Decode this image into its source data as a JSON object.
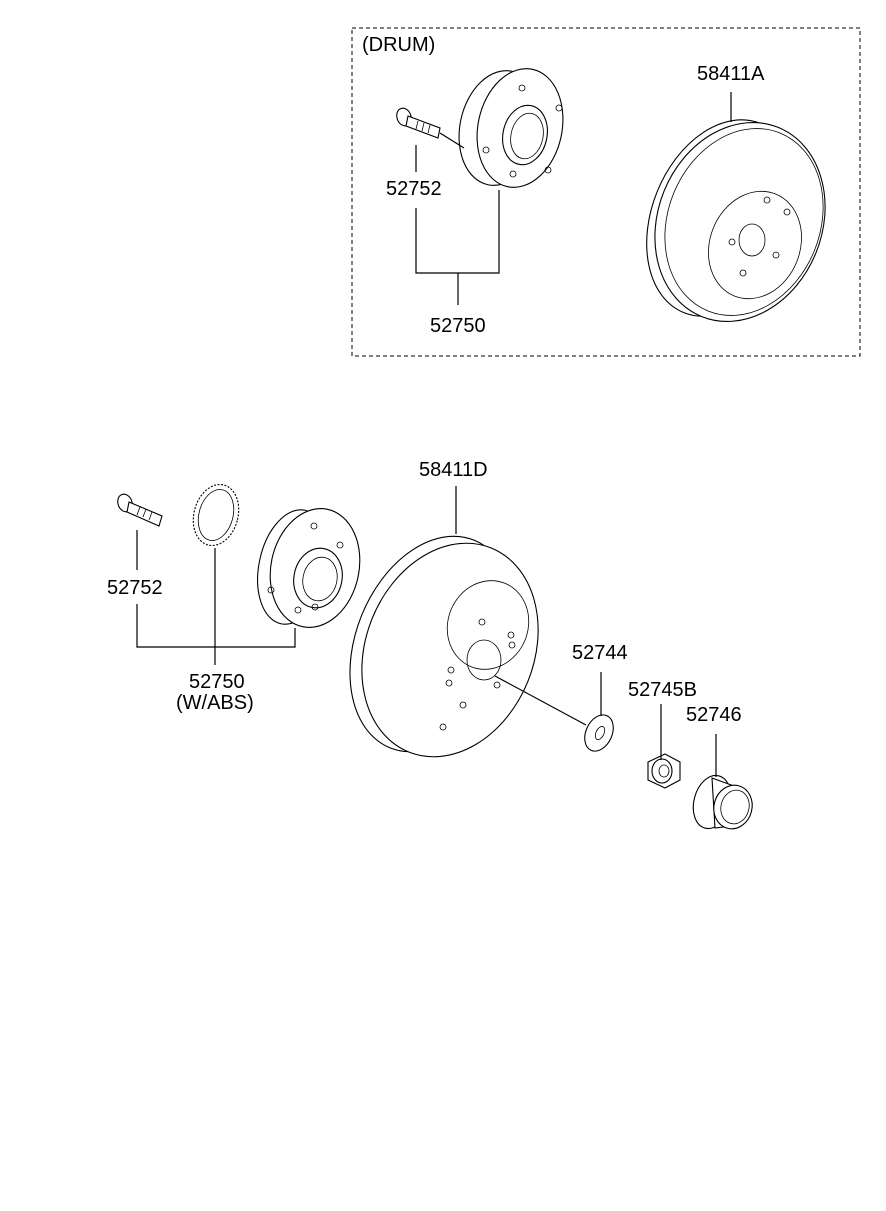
{
  "drum_group": {
    "title": "(DRUM)",
    "bolt": "52752",
    "hub": "52750",
    "drum": "58411A"
  },
  "disc_group": {
    "bolt": "52752",
    "hub": "52750",
    "hub_note": "(W/ABS)",
    "disc": "58411D",
    "washer": "52744",
    "nut": "52745B",
    "cap": "52746"
  }
}
